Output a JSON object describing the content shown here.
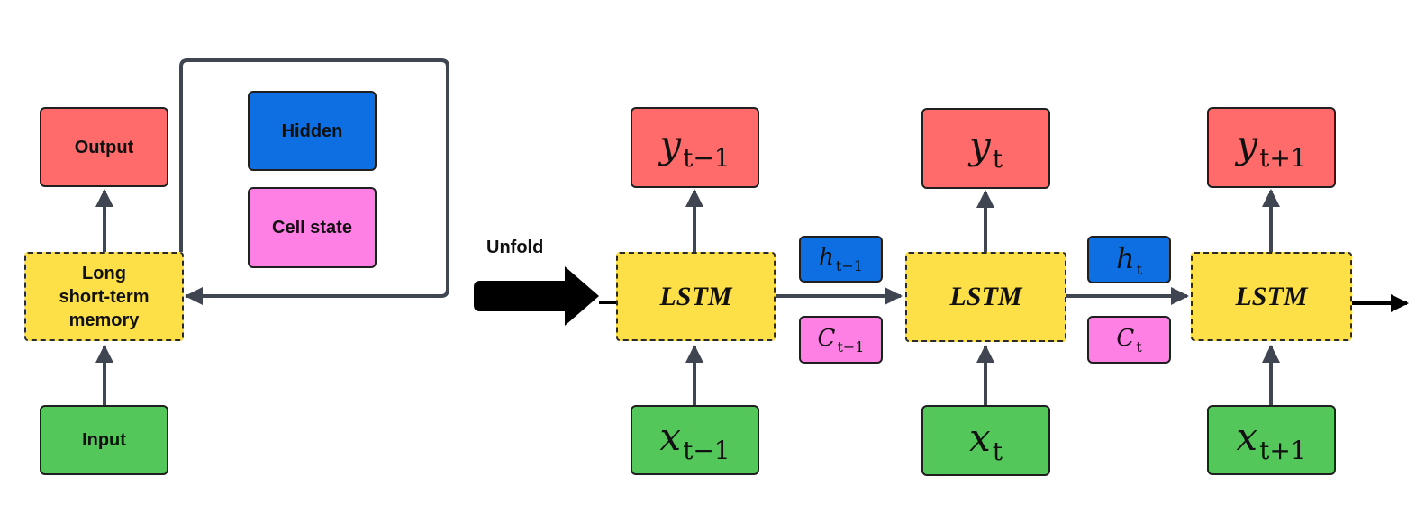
{
  "legend": {
    "output": "Output",
    "input": "Input",
    "memory": "Long\nshort-term\nmemory",
    "hidden": "Hidden",
    "cell_state": "Cell state"
  },
  "unfold_label": "Unfold",
  "lstm_label": "LSTM",
  "steps": [
    {
      "y": {
        "base": "y",
        "sub": "t−1"
      },
      "x": {
        "base": "x",
        "sub": "t−1"
      }
    },
    {
      "y": {
        "base": "y",
        "sub": "t"
      },
      "x": {
        "base": "x",
        "sub": "t"
      }
    },
    {
      "y": {
        "base": "y",
        "sub": "t+1"
      },
      "x": {
        "base": "x",
        "sub": "t+1"
      }
    }
  ],
  "transitions": [
    {
      "h": {
        "base": "h",
        "sub": "t−1"
      },
      "c": {
        "base": "C",
        "sub": "t−1"
      }
    },
    {
      "h": {
        "base": "h",
        "sub": "t"
      },
      "c": {
        "base": "C",
        "sub": "t"
      }
    }
  ],
  "colors": {
    "output": "#ff6b6b",
    "input": "#54c75a",
    "hidden": "#0e6fe3",
    "cell_state": "#ff80e5",
    "lstm": "#fde047",
    "arrow": "#3f4652"
  }
}
